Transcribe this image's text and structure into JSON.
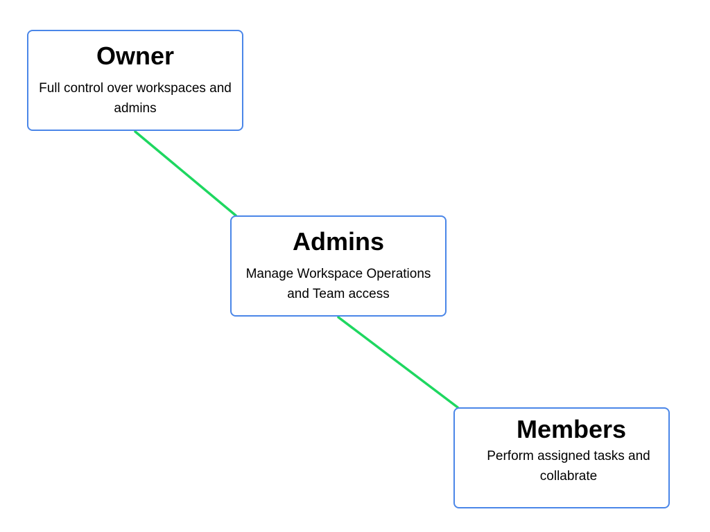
{
  "colors": {
    "node_border": "#4a86e8",
    "connector": "#1ed760",
    "background": "#ffffff",
    "text": "#000000"
  },
  "nodes": [
    {
      "id": "owner",
      "title": "Owner",
      "description": "Full control over workspaces and admins"
    },
    {
      "id": "admins",
      "title": "Admins",
      "description": "Manage Workspace Operations and Team access"
    },
    {
      "id": "members",
      "title": "Members",
      "description": "Perform assigned tasks and collabrate"
    }
  ],
  "edges": [
    {
      "from": "owner",
      "to": "admins"
    },
    {
      "from": "admins",
      "to": "members"
    }
  ]
}
